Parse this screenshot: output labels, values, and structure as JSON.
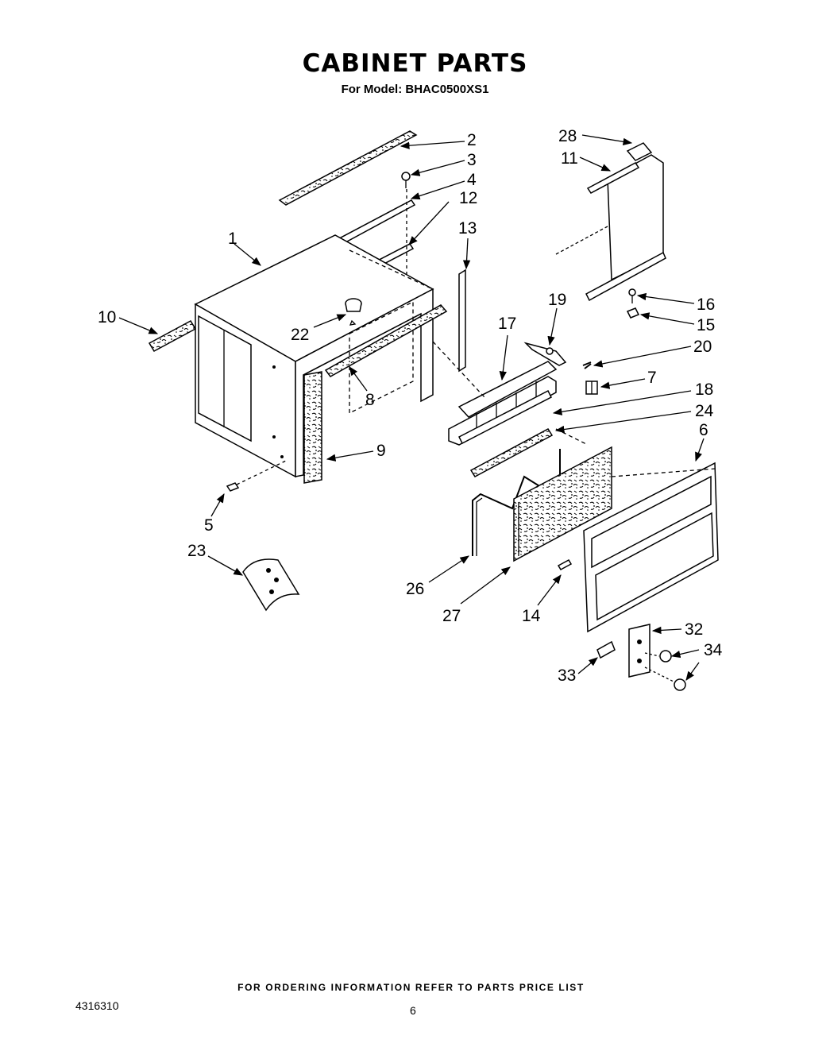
{
  "header": {
    "title": "CABINET PARTS",
    "model_label": "For Model: BHAC0500XS1"
  },
  "callouts": [
    {
      "id": "c1",
      "label": "1"
    },
    {
      "id": "c2",
      "label": "2"
    },
    {
      "id": "c3",
      "label": "3"
    },
    {
      "id": "c4",
      "label": "4"
    },
    {
      "id": "c5",
      "label": "5"
    },
    {
      "id": "c6",
      "label": "6"
    },
    {
      "id": "c7",
      "label": "7"
    },
    {
      "id": "c8",
      "label": "8"
    },
    {
      "id": "c9",
      "label": "9"
    },
    {
      "id": "c10",
      "label": "10"
    },
    {
      "id": "c11",
      "label": "11"
    },
    {
      "id": "c12",
      "label": "12"
    },
    {
      "id": "c13",
      "label": "13"
    },
    {
      "id": "c14",
      "label": "14"
    },
    {
      "id": "c15",
      "label": "15"
    },
    {
      "id": "c16",
      "label": "16"
    },
    {
      "id": "c17",
      "label": "17"
    },
    {
      "id": "c18",
      "label": "18"
    },
    {
      "id": "c19",
      "label": "19"
    },
    {
      "id": "c20",
      "label": "20"
    },
    {
      "id": "c22",
      "label": "22"
    },
    {
      "id": "c23",
      "label": "23"
    },
    {
      "id": "c24",
      "label": "24"
    },
    {
      "id": "c26",
      "label": "26"
    },
    {
      "id": "c27",
      "label": "27"
    },
    {
      "id": "c28",
      "label": "28"
    },
    {
      "id": "c32",
      "label": "32"
    },
    {
      "id": "c33",
      "label": "33"
    },
    {
      "id": "c34",
      "label": "34"
    }
  ],
  "footer": {
    "ordering_note": "FOR ORDERING INFORMATION REFER TO PARTS PRICE LIST",
    "doc_number": "4316310",
    "page_number": "6"
  }
}
